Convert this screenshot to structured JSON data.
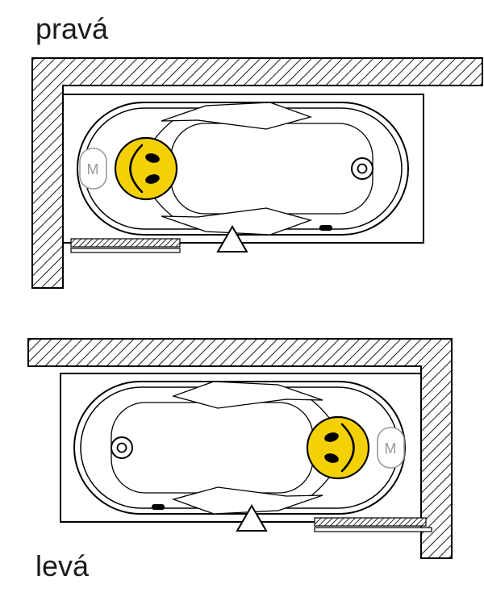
{
  "diagrams": [
    {
      "position": "top",
      "orientation_label": "pravá",
      "motor_label": "M"
    },
    {
      "position": "bottom",
      "orientation_label": "levá",
      "motor_label": "M"
    }
  ],
  "colors": {
    "outline": "#000000",
    "smiley_yellow": "#f4d106",
    "motor_gray": "#9a9a9a",
    "label_text": "#1c1c1c",
    "background": "#ffffff"
  },
  "icons": {
    "smiley-face-icon": "yellow circle face marking head end of bathtub",
    "motor-badge": "pill outline with letter M",
    "drain-icon": "concentric circles",
    "mounting-triangle-icon": "white triangle outline",
    "wall-hatch": "diagonal hatched wall strip",
    "apron-bar": "hatched bar at tub apron"
  }
}
